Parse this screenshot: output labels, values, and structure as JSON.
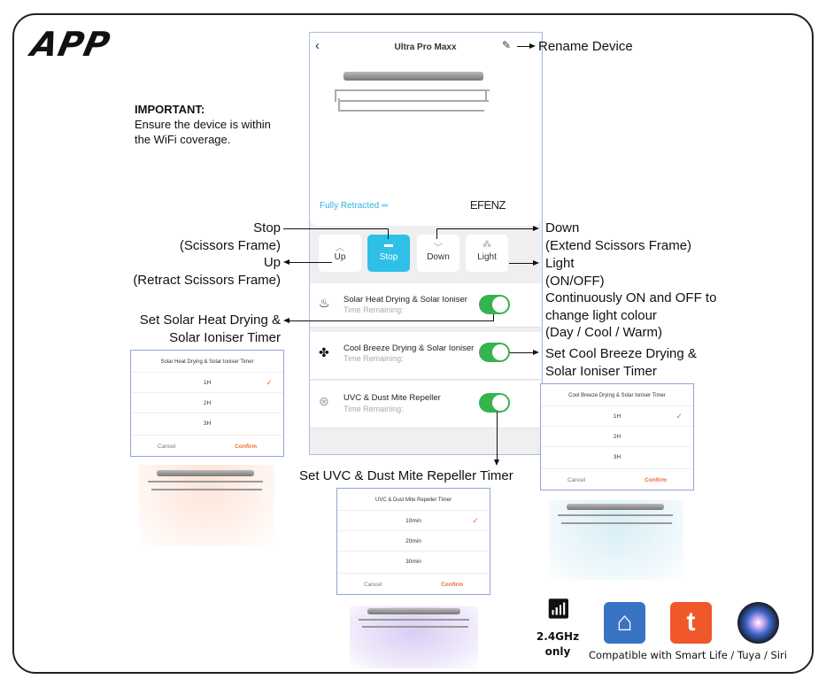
{
  "logo": "APP",
  "important": {
    "title": "IMPORTANT:",
    "lines": [
      "Ensure the device is within",
      "the WiFi coverage."
    ]
  },
  "phone": {
    "title": "Ultra Pro Maxx",
    "back_icon": "chevron-left-icon",
    "rename_icon": "pencil-icon",
    "status": "Fully Retracted",
    "brand": "EFENZ",
    "controls": [
      {
        "label": "Up",
        "icon": "chevron-up-icon"
      },
      {
        "label": "Stop",
        "icon": "stop-icon",
        "active": true
      },
      {
        "label": "Down",
        "icon": "chevron-down-icon"
      },
      {
        "label": "Light",
        "icon": "light-icon"
      }
    ],
    "functions": [
      {
        "title": "Solar Heat Drying & Solar Ioniser",
        "sub": "Time Remaining:",
        "on": true
      },
      {
        "title": "Cool Breeze Drying & Solar Ioniser",
        "sub": "Time Remaining:",
        "on": true
      },
      {
        "title": "UVC & Dust Mite Repeller",
        "sub": "Time Remaining:",
        "on": true
      }
    ]
  },
  "annotations": {
    "rename": "Rename Device",
    "stop": [
      "Stop",
      "(Scissors Frame)"
    ],
    "up": [
      "Up",
      "(Retract Scissors Frame)"
    ],
    "down": [
      "Down",
      "(Extend Scissors Frame)"
    ],
    "light": [
      "Light",
      "(ON/OFF)",
      "Continuously ON and OFF to",
      "change light colour",
      "(Day / Cool / Warm)"
    ],
    "solar": [
      "Set Solar Heat Drying &",
      "Solar Ioniser Timer"
    ],
    "cool": [
      "Set Cool Breeze Drying &",
      "Solar Ioniser Timer"
    ],
    "uvc": "Set UVC & Dust Mite Repeller Timer"
  },
  "dialogs": {
    "solar": {
      "title": "Solar Heat Drying & Solar Ioniser Timer",
      "options": [
        "1H",
        "2H",
        "3H"
      ],
      "selected": 0,
      "cancel": "Cancel",
      "confirm": "Confirm"
    },
    "cool": {
      "title": "Cool Breeze Drying & Solar Ioniser Timer",
      "options": [
        "1H",
        "2H",
        "3H"
      ],
      "selected": 0,
      "cancel": "Cancel",
      "confirm": "Confirm"
    },
    "uvc": {
      "title": "UVC & Dust Mite Repeller Timer",
      "options": [
        "10min",
        "20min",
        "30min"
      ],
      "selected": 0,
      "cancel": "Cancel",
      "confirm": "Confirm"
    }
  },
  "footer": {
    "wifi": [
      "2.4GHz",
      "only"
    ],
    "compatible": "Compatible with Smart Life / Tuya / Siri"
  },
  "colors": {
    "accent": "#2fc0e8",
    "toggle": "#35b34f",
    "confirm": "#f06a2a",
    "smartlife": "#3b73c4",
    "tuya": "#f0582a"
  }
}
